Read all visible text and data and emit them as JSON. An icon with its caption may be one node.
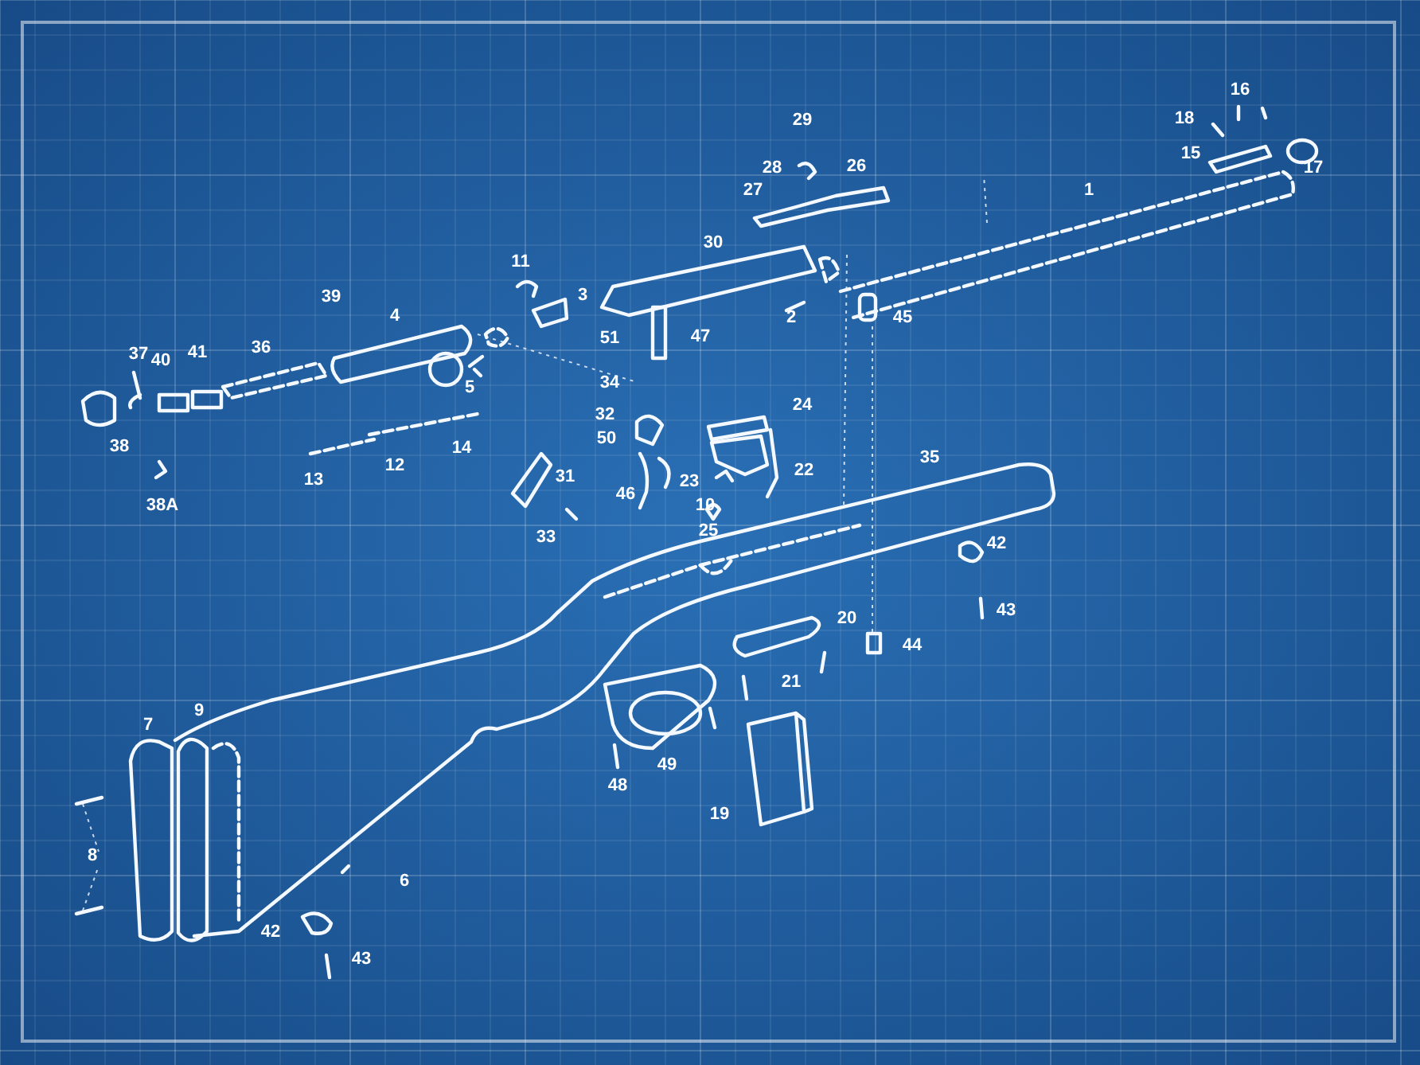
{
  "diagram": {
    "labels": [
      "16",
      "18",
      "29",
      "15",
      "28",
      "26",
      "17",
      "27",
      "1",
      "30",
      "11",
      "3",
      "39",
      "4",
      "2",
      "45",
      "51",
      "47",
      "37",
      "41",
      "40",
      "36",
      "34",
      "5",
      "24",
      "32",
      "50",
      "38",
      "14",
      "35",
      "12",
      "22",
      "31",
      "13",
      "23",
      "46",
      "10",
      "38A",
      "25",
      "33",
      "42",
      "43",
      "20",
      "44",
      "21",
      "9",
      "7",
      "49",
      "48",
      "19",
      "8",
      "6",
      "42",
      "43"
    ]
  }
}
